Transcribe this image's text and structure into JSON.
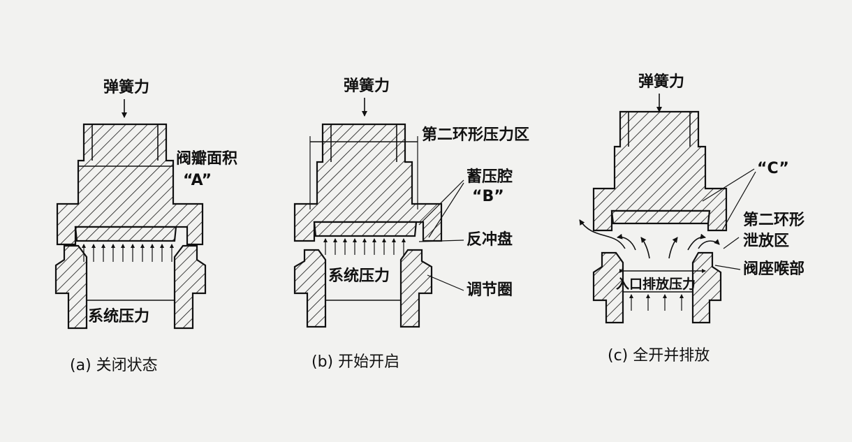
{
  "colors": {
    "ink": "#111111",
    "background": "#f2f2f0"
  },
  "panels": {
    "a": {
      "caption": "(a)  关闭状态",
      "spring_force": "弹簧力",
      "disc_area": "阀瓣面积",
      "disc_area_id": "“A”",
      "system_pressure": "系统压力"
    },
    "b": {
      "caption": "(b)  开始开启",
      "spring_force": "弹簧力",
      "second_annular_pressure_zone": "第二环形压力区",
      "accumulator_chamber": "蓄压腔",
      "accumulator_chamber_id": "“B”",
      "reaction_disc": "反冲盘",
      "system_pressure": "系统压力",
      "adjusting_ring": "调节圈"
    },
    "c": {
      "caption": "(c)  全开并排放",
      "spring_force": "弹簧力",
      "zone_c": "“C”",
      "second_annular_discharge_zone_line1": "第二环形",
      "second_annular_discharge_zone_line2": "泄放区",
      "seat_throat": "阀座喉部",
      "inlet_discharge_pressure": "入口排放压力"
    }
  }
}
